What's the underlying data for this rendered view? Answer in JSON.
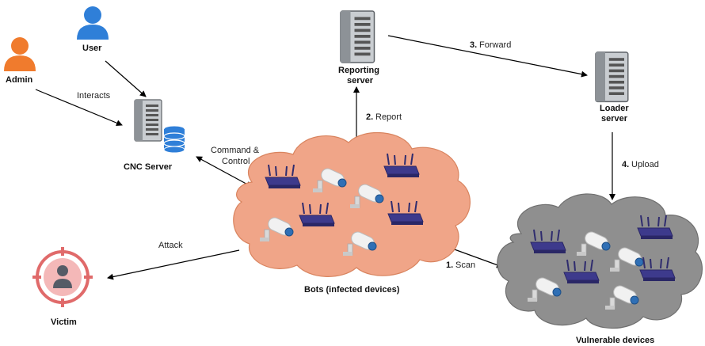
{
  "nodes": {
    "admin": "Admin",
    "user": "User",
    "cnc": "CNC Server",
    "reporting_line1": "Reporting",
    "reporting_line2": "server",
    "loader_line1": "Loader",
    "loader_line2": "server",
    "bots": "Bots (infected devices)",
    "vulnerable": "Vulnerable devices",
    "victim": "Victim"
  },
  "edges": {
    "interacts": "Interacts",
    "command_line1": "Command &",
    "command_line2": "Control",
    "report_num": "2.",
    "report": "Report",
    "forward_num": "3.",
    "forward": "Forward",
    "upload_num": "4.",
    "upload": "Upload",
    "scan_num": "1.",
    "scan": "Scan",
    "attack": "Attack"
  },
  "colors": {
    "admin_person": "#f07b2d",
    "user_person": "#2f7fd8",
    "bots_cloud": "#f0a588",
    "vulnerable_cloud": "#8f8f8f",
    "victim_target": "#e06a6a",
    "router": "#3d3a8c",
    "server": "#9aa0a6",
    "database": "#2f7fd8"
  }
}
